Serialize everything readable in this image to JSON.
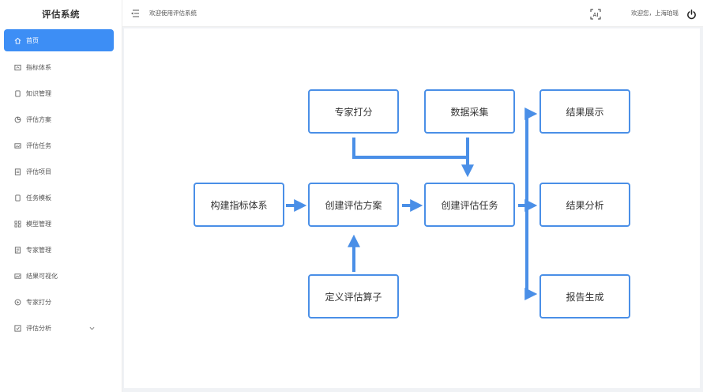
{
  "app": {
    "title": "评估系统"
  },
  "header": {
    "welcome": "欢迎使用评估系统",
    "user_greeting": "欢迎您，上海珀瑶"
  },
  "sidebar": {
    "items": [
      {
        "label": "首页",
        "icon": "home-icon",
        "active": true
      },
      {
        "label": "指标体系",
        "icon": "indicator-icon"
      },
      {
        "label": "知识管理",
        "icon": "document-icon"
      },
      {
        "label": "评估方案",
        "icon": "pie-chart-icon"
      },
      {
        "label": "评估任务",
        "icon": "image-icon"
      },
      {
        "label": "评估项目",
        "icon": "project-icon"
      },
      {
        "label": "任务模板",
        "icon": "template-icon"
      },
      {
        "label": "模型管理",
        "icon": "grid-icon"
      },
      {
        "label": "专家管理",
        "icon": "expert-icon"
      },
      {
        "label": "结果可视化",
        "icon": "chart-icon"
      },
      {
        "label": "专家打分",
        "icon": "play-circle-icon"
      },
      {
        "label": "评估分析",
        "icon": "checkbox-icon",
        "expandable": true
      }
    ]
  },
  "flow": {
    "nodes": {
      "expert_scoring": "专家打分",
      "data_collection": "数据采集",
      "build_index": "构建指标体系",
      "create_plan": "创建评估方案",
      "create_task": "创建评估任务",
      "define_operator": "定义评估算子",
      "result_display": "结果展示",
      "result_analysis": "结果分析",
      "report_generation": "报告生成"
    }
  },
  "colors": {
    "accent": "#3d8ef5",
    "flow_border": "#4a8fe7",
    "arrow": "#4a8fe7"
  }
}
